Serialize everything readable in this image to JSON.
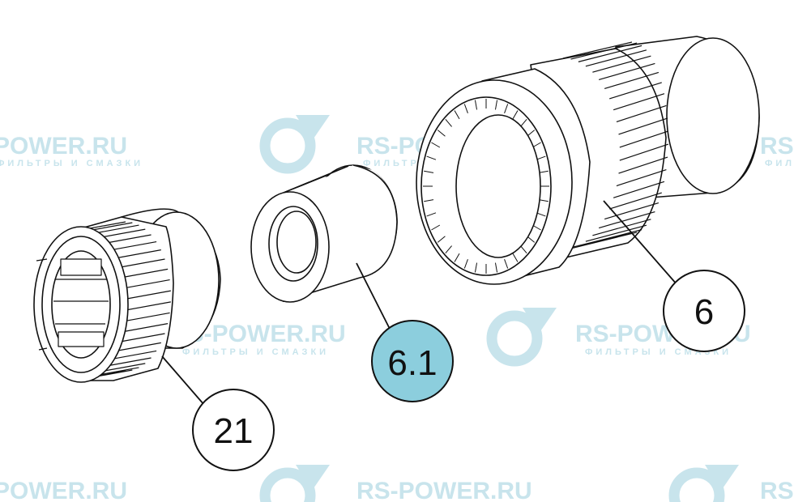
{
  "watermark": {
    "brand": "RS-POWER.RU",
    "brand_clipped": "POWER.RU",
    "brand_clipped_right": "RS-",
    "tagline": "ФИЛЬТРЫ И СМАЗКИ",
    "tagline_clipped": "ФИЛЬТРЫ И СМАЗКИ",
    "color": "#c8e4ec"
  },
  "callouts": [
    {
      "id": "part-21",
      "label": "21",
      "highlighted": false
    },
    {
      "id": "part-6-1",
      "label": "6.1",
      "highlighted": true
    },
    {
      "id": "part-6",
      "label": "6",
      "highlighted": false
    }
  ],
  "colors": {
    "highlight_fill": "#8ccedd",
    "line": "#111111"
  }
}
